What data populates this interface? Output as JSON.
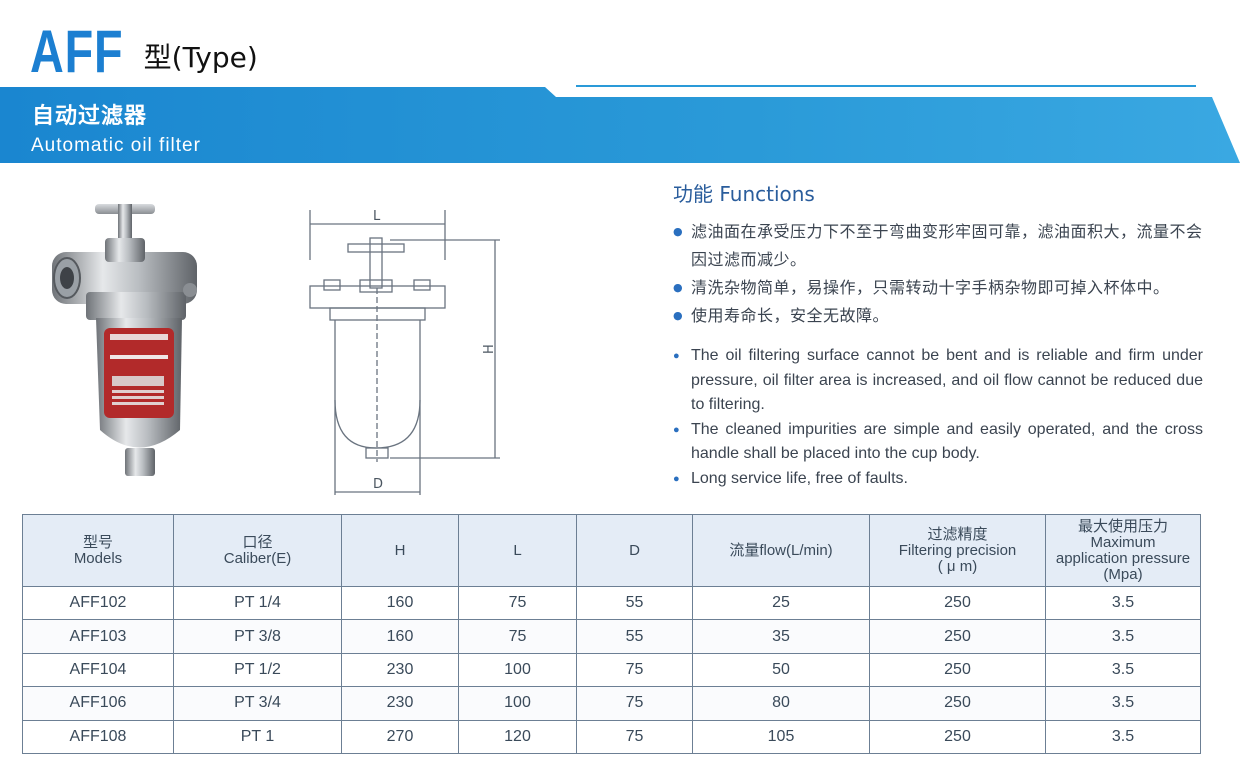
{
  "header": {
    "brand": "AFF",
    "type_label": "型(Type)",
    "title_cn": "自动过滤器",
    "title_en": "Automatic oil filter"
  },
  "colors": {
    "accent": "#1c7fd1",
    "banner": "#2a9ad8",
    "table_header_bg": "#e4ecf6"
  },
  "diagram": {
    "label_L": "L",
    "label_H": "H",
    "label_D": "D"
  },
  "functions": {
    "title": "功能 Functions",
    "items_cn": [
      "滤油面在承受压力下不至于弯曲变形牢固可靠，滤油面积大，流量不会因过滤而减少。",
      "清洗杂物简单，易操作，只需转动十字手柄杂物即可掉入杯体中。",
      "使用寿命长，安全无故障。"
    ],
    "items_en": [
      "The oil filtering surface cannot be bent and is reliable and firm under pressure, oil filter area is increased, and oil flow cannot be reduced due to filtering.",
      "The cleaned impurities are simple and easily operated, and the cross handle shall be placed into the cup body.",
      "Long service life, free of faults."
    ]
  },
  "table": {
    "headers": [
      [
        "型号",
        "Models"
      ],
      [
        "口径",
        "Caliber(E)"
      ],
      [
        "H"
      ],
      [
        "L"
      ],
      [
        "D"
      ],
      [
        "流量flow(L/min)"
      ],
      [
        "过滤精度",
        "Filtering precision",
        "( μ m)"
      ],
      [
        "最大使用压力",
        "Maximum",
        "application pressure",
        "(Mpa)"
      ]
    ],
    "rows": [
      [
        "AFF102",
        "PT 1/4",
        "160",
        "75",
        "55",
        "25",
        "250",
        "3.5"
      ],
      [
        "AFF103",
        "PT 3/8",
        "160",
        "75",
        "55",
        "35",
        "250",
        "3.5"
      ],
      [
        "AFF104",
        "PT 1/2",
        "230",
        "100",
        "75",
        "50",
        "250",
        "3.5"
      ],
      [
        "AFF106",
        "PT 3/4",
        "230",
        "100",
        "75",
        "80",
        "250",
        "3.5"
      ],
      [
        "AFF108",
        "PT 1",
        "270",
        "120",
        "75",
        "105",
        "250",
        "3.5"
      ]
    ]
  }
}
